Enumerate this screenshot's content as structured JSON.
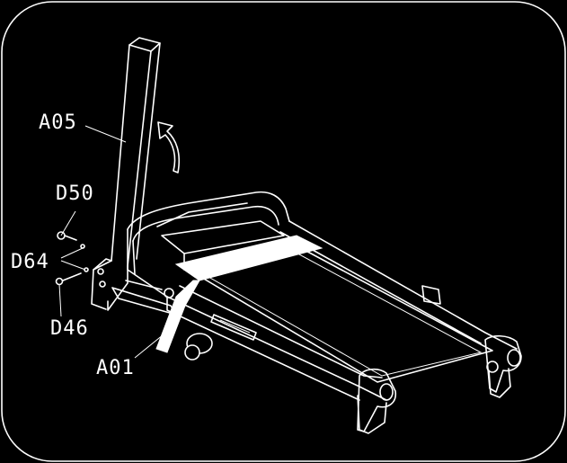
{
  "labels": {
    "upright": "A05",
    "bolt": "D50",
    "washer": "D64",
    "screw": "D46",
    "base_frame": "A01"
  },
  "colors": {
    "background": "#000000",
    "lines": "#ffffff"
  }
}
